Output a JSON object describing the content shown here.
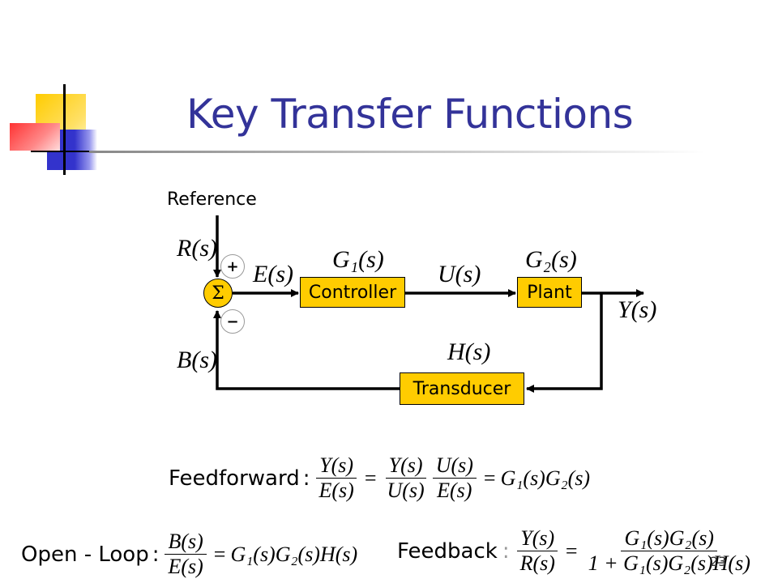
{
  "slide": {
    "title": "Key Transfer Functions",
    "page_number": "23"
  },
  "diagram": {
    "reference_label": "Reference",
    "R": "R(s)",
    "E": "E(s)",
    "U": "U(s)",
    "Y": "Y(s)",
    "B": "B(s)",
    "G1": "G₁(s)",
    "G2": "G₂(s)",
    "H": "H(s)",
    "sum_symbol": "Σ",
    "plus_sign": "+",
    "minus_sign": "−",
    "blocks": {
      "controller": "Controller",
      "plant": "Plant",
      "transducer": "Transducer"
    }
  },
  "equations": {
    "feedforward": {
      "label": "Feedforward",
      "frac1_num": "Y(s)",
      "frac1_den": "E(s)",
      "frac2_num": "Y(s)",
      "frac2_den": "U(s)",
      "frac3_num": "U(s)",
      "frac3_den": "E(s)",
      "result": "G₁(s)G₂(s)"
    },
    "open_loop": {
      "label": "Open - Loop",
      "num": "B(s)",
      "den": "E(s)",
      "result": "G₁(s)G₂(s)H(s)"
    },
    "feedback": {
      "label": "Feedback",
      "num1": "Y(s)",
      "den1": "R(s)",
      "num2": "G₁(s)G₂(s)",
      "den2": "1 + G₁(s)G₂(s)H(s)"
    }
  },
  "colors": {
    "title": "#333399",
    "block_fill": "#ffcc00",
    "deco_yellow": "#ffcc00",
    "deco_blue": "#3333cc",
    "deco_red": "#ff3333"
  }
}
